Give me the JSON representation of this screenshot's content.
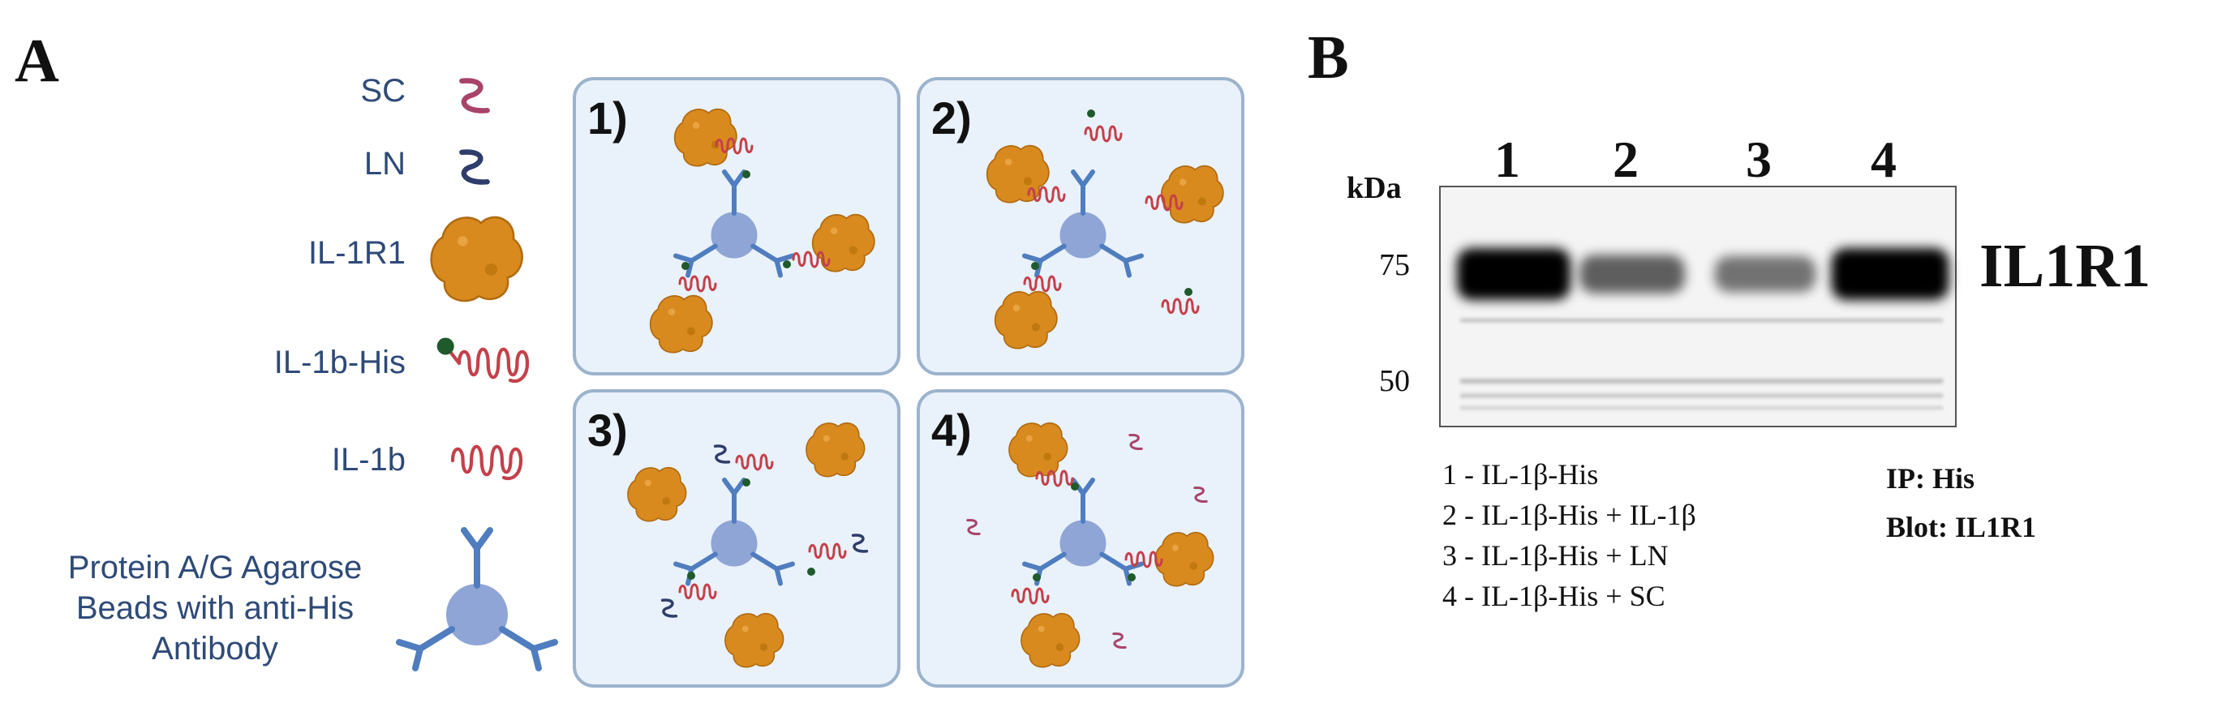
{
  "panels": {
    "a": "A",
    "b": "B"
  },
  "legend": {
    "sc": "SC",
    "ln": "LN",
    "il1r1": "IL-1R1",
    "il1b_his": "IL-1b-His",
    "il1b": "IL-1b",
    "beads_lines": [
      "Protein A/G Agarose",
      "Beads with anti-His",
      "Antibody"
    ]
  },
  "boxes": [
    "1)",
    "2)",
    "3)",
    "4)"
  ],
  "blot": {
    "lane_labels": [
      "1",
      "2",
      "3",
      "4"
    ],
    "kda": "kDa",
    "markers": [
      "75",
      "50"
    ],
    "band_label": "IL1R1",
    "band_intensity": [
      1.0,
      0.45,
      0.35,
      1.0
    ],
    "lane_legend": [
      "1 - IL-1β-His",
      "2 - IL-1β-His + IL-1β",
      "3 - IL-1β-His + LN",
      "4 - IL-1β-His + SC"
    ],
    "ip": "IP: His",
    "blot": "Blot: IL1R1"
  },
  "colors": {
    "sc": "#a8436a",
    "ln": "#2e3d6b",
    "receptor": "#d98a1e",
    "il1b": "#c4404a",
    "his_tag": "#1f5a2a",
    "bead": "#8ea5d6",
    "antibody": "#4f7dbf",
    "box_fill": "#e9f1fa",
    "box_border": "#9cb3cd",
    "legend_text": "#2e4a78"
  }
}
